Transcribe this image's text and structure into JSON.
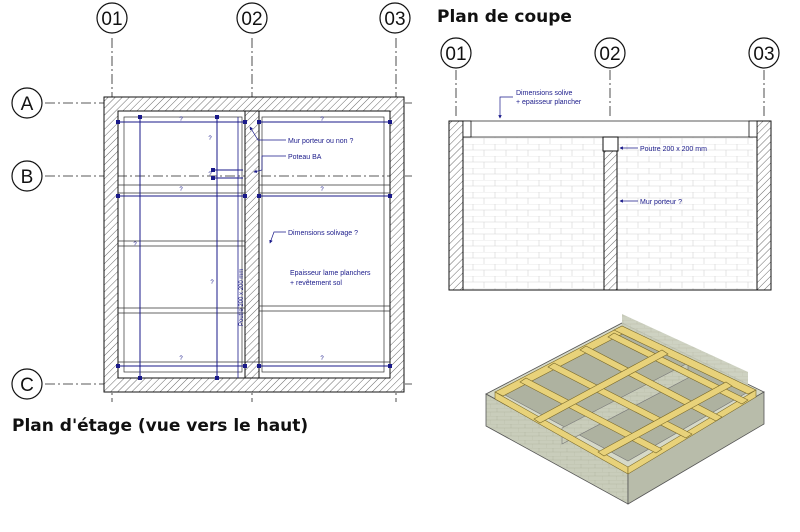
{
  "titles": {
    "plan_etage": "Plan d'étage (vue vers le haut)",
    "plan_coupe": "Plan de coupe"
  },
  "grid": {
    "columns": [
      "01",
      "02",
      "03"
    ],
    "rows": [
      "A",
      "B",
      "C"
    ]
  },
  "plan_annotations": {
    "unknown": "?",
    "mur_porteur": "Mur porteur ou non ?",
    "poteau": "Poteau BA",
    "dimensions_solivage": "Dimensions solivage ?",
    "epaisseur_line1": "Epaisseur lame planchers",
    "epaisseur_line2": "+ revêtement sol",
    "poutre_vertical": "Poutre 200 x 200 mm"
  },
  "coupe_annotations": {
    "solive_line1": "Dimensions solive",
    "solive_line2": "+ epaisseur plancher",
    "poutre": "Poutre 200 x 200 mm",
    "mur_porteur": "Mur porteur ?"
  },
  "colors": {
    "annotation": "#1a1a8a",
    "line": "#111111",
    "wood": "#e8d27a",
    "concrete": "#c9cdbb"
  }
}
